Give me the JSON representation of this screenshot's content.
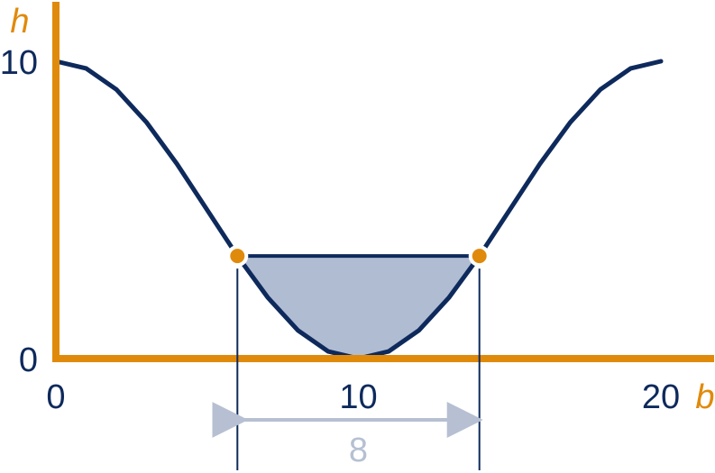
{
  "chart_data": {
    "type": "line",
    "xlabel": "b",
    "ylabel": "h",
    "xlim": [
      0,
      20
    ],
    "ylim": [
      0,
      10
    ],
    "x_ticks": [
      "0",
      "10",
      "20"
    ],
    "y_ticks": [
      "0",
      "10"
    ],
    "series": [
      {
        "curve": "cosine",
        "x": [
          0,
          1,
          2,
          3,
          4,
          5,
          6,
          7,
          8,
          9,
          10,
          11,
          12,
          13,
          14,
          15,
          16,
          17,
          18,
          19,
          20
        ],
        "y": [
          10,
          9.76,
          9.05,
          7.94,
          6.55,
          5.0,
          3.45,
          2.06,
          0.95,
          0.24,
          0,
          0.24,
          0.95,
          2.06,
          3.45,
          5.0,
          6.55,
          7.94,
          9.05,
          9.76,
          10
        ]
      }
    ],
    "shaded_region": {
      "x_start": 6,
      "x_end": 14,
      "level": 3.45
    },
    "markers": [
      {
        "x": 6,
        "y": 3.45
      },
      {
        "x": 14,
        "y": 3.45
      }
    ],
    "width_annotation": {
      "x_start": 6,
      "x_end": 14,
      "label": "8"
    },
    "colors": {
      "axis": "#E08A0B",
      "curve": "#0E2A5C",
      "fill": "#B0BCD2",
      "dimension": "#B6C0D2",
      "marker": "#E08A0B",
      "text": "#0E2A5C"
    }
  }
}
